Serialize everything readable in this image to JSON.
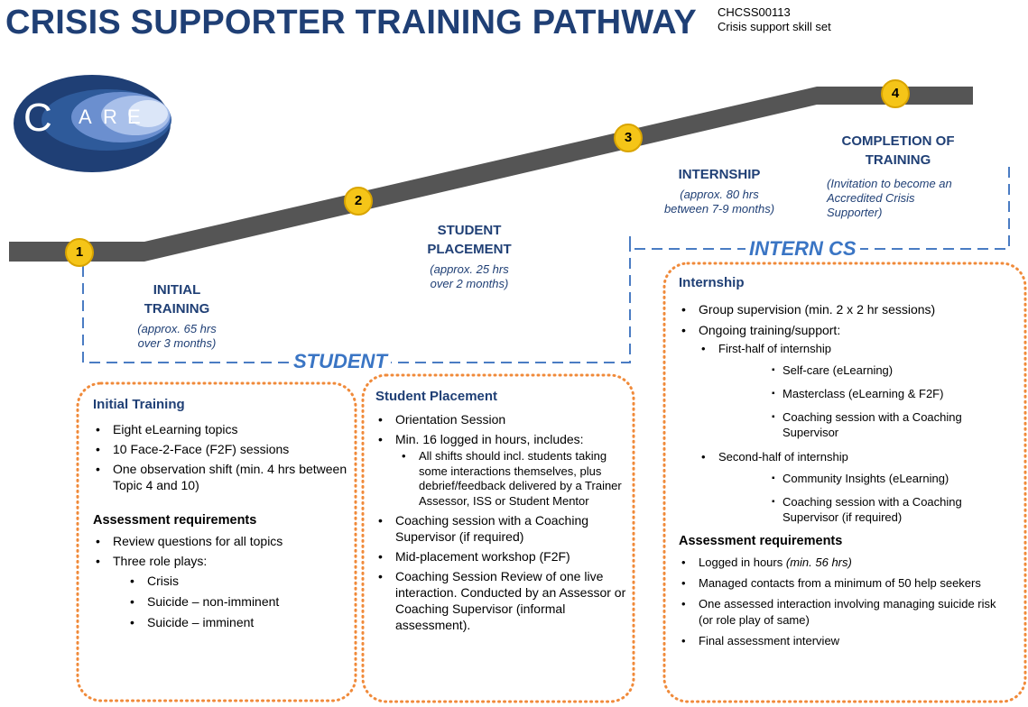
{
  "title": "CRISIS SUPPORTER TRAINING PATHWAY",
  "course_code": "CHCSS00113",
  "course_name": "Crisis support skill set",
  "logo": {
    "letters": [
      "C",
      "A",
      "R",
      "E"
    ],
    "colors": {
      "dark": "#1f3f75",
      "light": "#9fb8e6"
    }
  },
  "steps": [
    {
      "number": "1",
      "title_lines": [
        "INITIAL",
        "TRAINING"
      ],
      "sub_lines": [
        "(approx. 65 hrs",
        "over 3 months)"
      ]
    },
    {
      "number": "2",
      "title_lines": [
        "STUDENT",
        "PLACEMENT"
      ],
      "sub_lines": [
        "(approx. 25 hrs",
        "over 2 months)"
      ]
    },
    {
      "number": "3",
      "title_lines": [
        "INTERNSHIP"
      ],
      "sub_lines": [
        "(approx. 80 hrs",
        "between 7-9 months)"
      ]
    },
    {
      "number": "4",
      "title_lines": [
        "COMPLETION OF",
        "TRAINING"
      ],
      "sub_lines": [
        "(Invitation to become an",
        "Accredited Crisis",
        "Supporter)"
      ]
    }
  ],
  "phases": {
    "student": "STUDENT",
    "intern": "INTERN CS"
  },
  "boxes": {
    "initial": {
      "title": "Initial Training",
      "items": [
        "Eight eLearning topics",
        "10 Face-2-Face (F2F) sessions",
        "One observation shift (min. 4 hrs between Topic 4 and 10)"
      ],
      "assessment_title": "Assessment requirements",
      "assessment_items": [
        "Review questions for all topics",
        "Three role plays:"
      ],
      "role_plays": [
        "Crisis",
        "Suicide – non-imminent",
        "Suicide – imminent"
      ]
    },
    "placement": {
      "title": "Student Placement",
      "items": [
        "Orientation Session",
        "Min. 16 logged in hours, includes:"
      ],
      "sub_item": "All shifts should incl. students taking some interactions themselves, plus debrief/feedback delivered by a Trainer Assessor, ISS or Student Mentor",
      "items2": [
        "Coaching session with a Coaching Supervisor (if required)",
        "Mid-placement workshop (F2F)",
        "Coaching Session Review of one live interaction. Conducted by an Assessor or Coaching Supervisor (informal assessment)."
      ]
    },
    "internship": {
      "title": "Internship",
      "items": [
        "Group supervision (min. 2 x 2 hr sessions)",
        "Ongoing training/support:"
      ],
      "first_half": "First-half of internship",
      "first_items": [
        "Self-care (eLearning)",
        "Masterclass (eLearning & F2F)",
        "Coaching session with a Coaching Supervisor"
      ],
      "second_half": "Second-half of internship",
      "second_items": [
        "Community Insights (eLearning)",
        "Coaching session with a Coaching Supervisor (if required)"
      ],
      "assessment_title": "Assessment requirements",
      "assessment_item1": "Logged in hours",
      "assessment_item1_note": "(min. 56 hrs)",
      "assessment_items": [
        "Managed contacts from  a minimum of 50 help seekers",
        "One assessed interaction involving managing suicide risk (or role play of same)",
        "Final assessment interview"
      ]
    }
  }
}
